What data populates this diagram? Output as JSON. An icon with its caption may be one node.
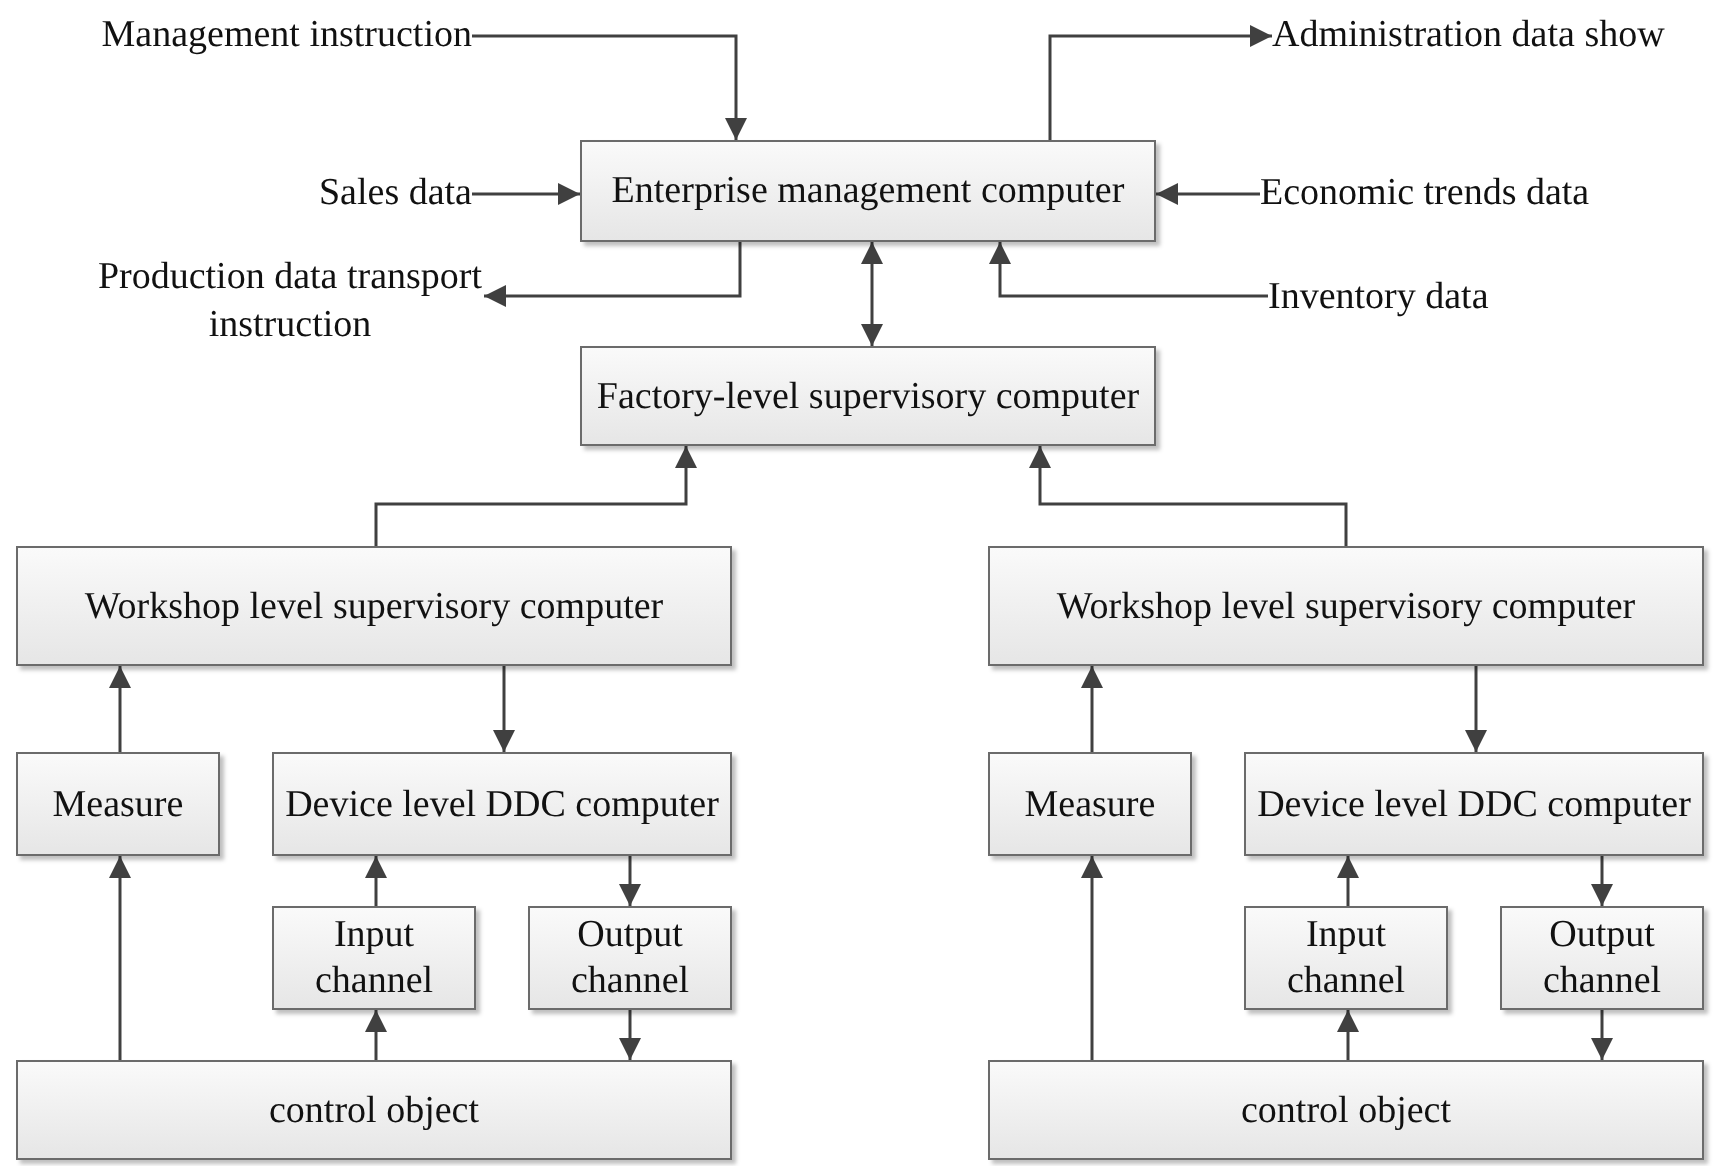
{
  "diagram": {
    "nodes": [
      {
        "text": [
          "Management instruction"
        ]
      },
      {
        "text": [
          "Administration data show"
        ]
      },
      {
        "text": [
          "Sales data"
        ]
      },
      {
        "text": [
          "Enterprise management computer"
        ]
      },
      {
        "text": [
          "Economic trends data"
        ]
      },
      {
        "text": [
          "Production data transport instruction"
        ]
      },
      {
        "text": [
          "Inventory data"
        ]
      },
      {
        "text": [
          "Factory-level supervisory computer"
        ]
      },
      {
        "text": [
          "Workshop level supervisory computer"
        ]
      },
      {
        "text": [
          "Measure"
        ]
      },
      {
        "text": [
          "Device level DDC computer"
        ]
      },
      {
        "text": [
          "Input channel"
        ]
      },
      {
        "text": [
          "Output channel"
        ]
      },
      {
        "text": [
          "control object"
        ]
      },
      {
        "text": [
          "Workshop level supervisory computer"
        ]
      },
      {
        "text": [
          "Measure"
        ]
      },
      {
        "text": [
          "Device level DDC computer"
        ]
      },
      {
        "text": [
          "Input channel"
        ]
      },
      {
        "text": [
          "Output channel"
        ]
      },
      {
        "text": [
          "control object"
        ]
      }
    ],
    "edges": [
      {
        "from": 0,
        "to": 3,
        "arrow": "to"
      },
      {
        "from": 3,
        "to": 1,
        "arrow": "to"
      },
      {
        "from": 2,
        "to": 3,
        "arrow": "to"
      },
      {
        "from": 4,
        "to": 3,
        "arrow": "to"
      },
      {
        "from": 3,
        "to": 5,
        "arrow": "to"
      },
      {
        "from": 6,
        "to": 3,
        "arrow": "to"
      },
      {
        "from": 3,
        "to": 7,
        "arrow": "both"
      },
      {
        "from": 8,
        "to": 7,
        "arrow": "to"
      },
      {
        "from": 14,
        "to": 7,
        "arrow": "to"
      },
      {
        "from": 9,
        "to": 8,
        "arrow": "to"
      },
      {
        "from": 8,
        "to": 10,
        "arrow": "to"
      },
      {
        "from": 11,
        "to": 10,
        "arrow": "to"
      },
      {
        "from": 10,
        "to": 12,
        "arrow": "to"
      },
      {
        "from": 13,
        "to": 9,
        "arrow": "to"
      },
      {
        "from": 13,
        "to": 11,
        "arrow": "to"
      },
      {
        "from": 12,
        "to": 13,
        "arrow": "to"
      },
      {
        "from": 15,
        "to": 14,
        "arrow": "to"
      },
      {
        "from": 14,
        "to": 16,
        "arrow": "to"
      },
      {
        "from": 17,
        "to": 16,
        "arrow": "to"
      },
      {
        "from": 16,
        "to": 18,
        "arrow": "to"
      },
      {
        "from": 19,
        "to": 15,
        "arrow": "to"
      },
      {
        "from": 19,
        "to": 17,
        "arrow": "to"
      },
      {
        "from": 18,
        "to": 19,
        "arrow": "to"
      }
    ]
  }
}
